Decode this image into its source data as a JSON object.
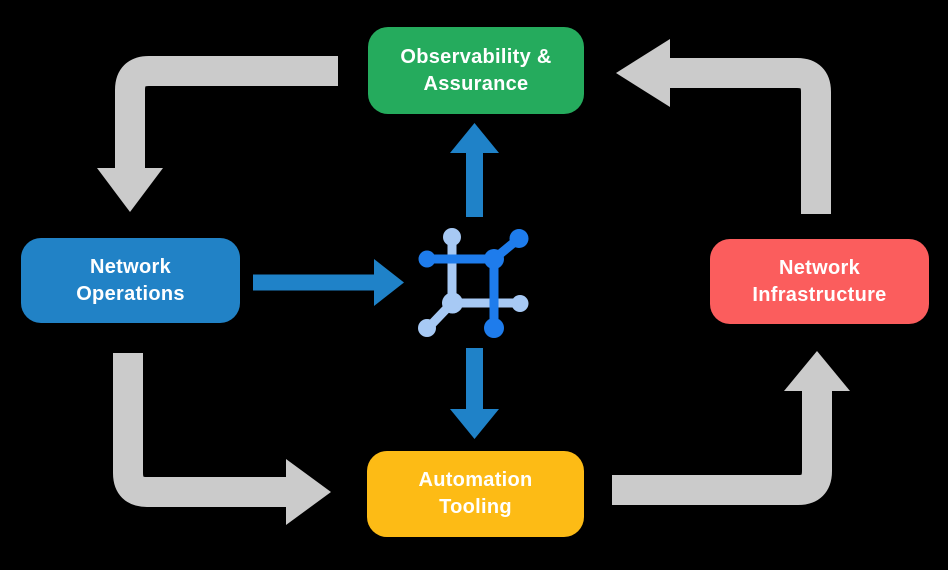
{
  "diagram": {
    "title": "Network automation cycle diagram",
    "background_color": "#000000",
    "text_color": "#FFFFFF",
    "nodes": [
      {
        "id": "observability-assurance",
        "label_line1": "Observability &",
        "label_line2": "Assurance",
        "color": "#25AB5D"
      },
      {
        "id": "network-operations",
        "label_line1": "Network",
        "label_line2": "Operations",
        "color": "#2182C6"
      },
      {
        "id": "network-infrastructure",
        "label_line1": "Network",
        "label_line2": "Infrastructure",
        "color": "#FB5D5D"
      },
      {
        "id": "automation-tooling",
        "label_line1": "Automation",
        "label_line2": "Tooling",
        "color": "#FDBB15"
      }
    ],
    "center_icon": {
      "name": "network-mesh-icon",
      "color_dark": "#1E7CEC",
      "color_light": "#A7C9F4"
    },
    "arrow_colors": {
      "outer_cycle": "#CBCBCB",
      "core": "#1F82C8"
    },
    "flows": [
      {
        "from": "observability-assurance",
        "to": "network-operations",
        "style": "outer-cycle"
      },
      {
        "from": "network-operations",
        "to": "automation-tooling",
        "style": "outer-cycle"
      },
      {
        "from": "automation-tooling",
        "to": "network-infrastructure",
        "style": "outer-cycle"
      },
      {
        "from": "network-infrastructure",
        "to": "observability-assurance",
        "style": "outer-cycle"
      },
      {
        "from": "network-operations",
        "to": "center-icon",
        "style": "core"
      },
      {
        "from": "center-icon",
        "to": "observability-assurance",
        "style": "core"
      },
      {
        "from": "center-icon",
        "to": "automation-tooling",
        "style": "core"
      }
    ]
  }
}
